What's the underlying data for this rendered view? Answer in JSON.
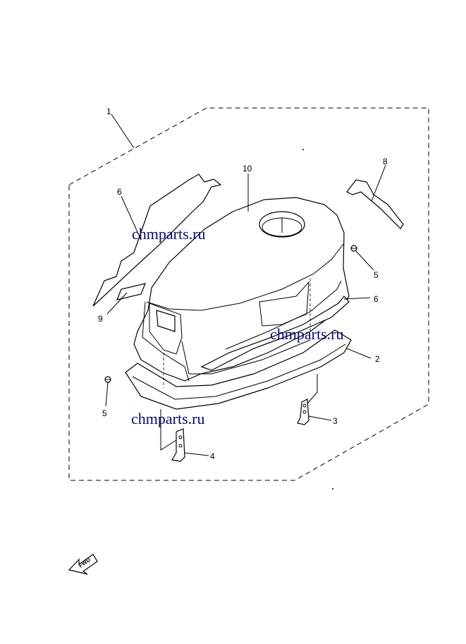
{
  "callouts": {
    "c1": "1",
    "c2": "2",
    "c3": "3",
    "c4": "4",
    "c5_right": "5",
    "c5_left": "5",
    "c6_left": "6",
    "c6_right": "6",
    "c8": "8",
    "c9": "9",
    "c10": "10"
  },
  "watermarks": {
    "w1": "chmparts.ru",
    "w2": "chmparts.ru",
    "w3": "chmparts.ru"
  },
  "direction_marker": {
    "label": "FWD",
    "icon": "fwd-arrow-icon"
  }
}
